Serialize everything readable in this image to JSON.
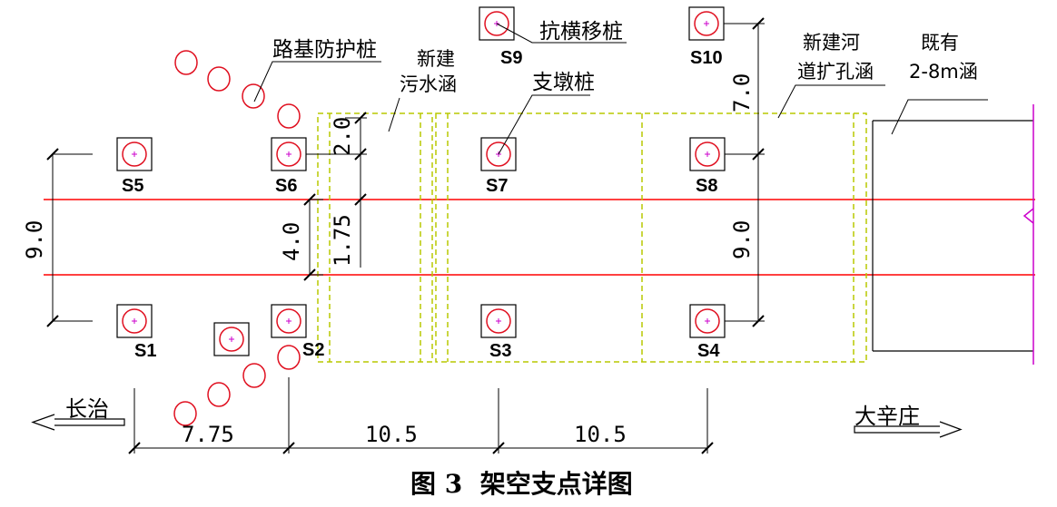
{
  "labels": {
    "subgrade_pile": "路基防护桩",
    "new_sewer_line1": "新建",
    "new_sewer_line2": "污水涵",
    "lateral_pile": "抗横移桩",
    "pier_pile": "支墩桩",
    "new_river_line1": "新建河",
    "new_river_line2": "道扩孔涵",
    "existing_line1": "既有",
    "existing_line2": "2-8m涵",
    "dir_left": "长治",
    "dir_right": "大辛庄"
  },
  "piles": {
    "s1": "S1",
    "s2": "S2",
    "s3": "S3",
    "s4": "S4",
    "s5": "S5",
    "s6": "S6",
    "s7": "S7",
    "s8": "S8",
    "s9": "S9",
    "s10": "S10"
  },
  "dimensions": {
    "left_9": "9.0",
    "v_4": "4.0",
    "v_2": "2.0",
    "v_175": "1.75",
    "right_7": "7.0",
    "right_9": "9.0",
    "h_775": "7.75",
    "h_105a": "10.5",
    "h_105b": "10.5"
  },
  "caption": "图 3  架空支点详图",
  "colors": {
    "rail": "#ff0000",
    "pile_circle": "#e01020",
    "pile_center": "#cc00cc",
    "dashed_outline": "#b8c800",
    "existing_edge": "#cc00cc"
  }
}
